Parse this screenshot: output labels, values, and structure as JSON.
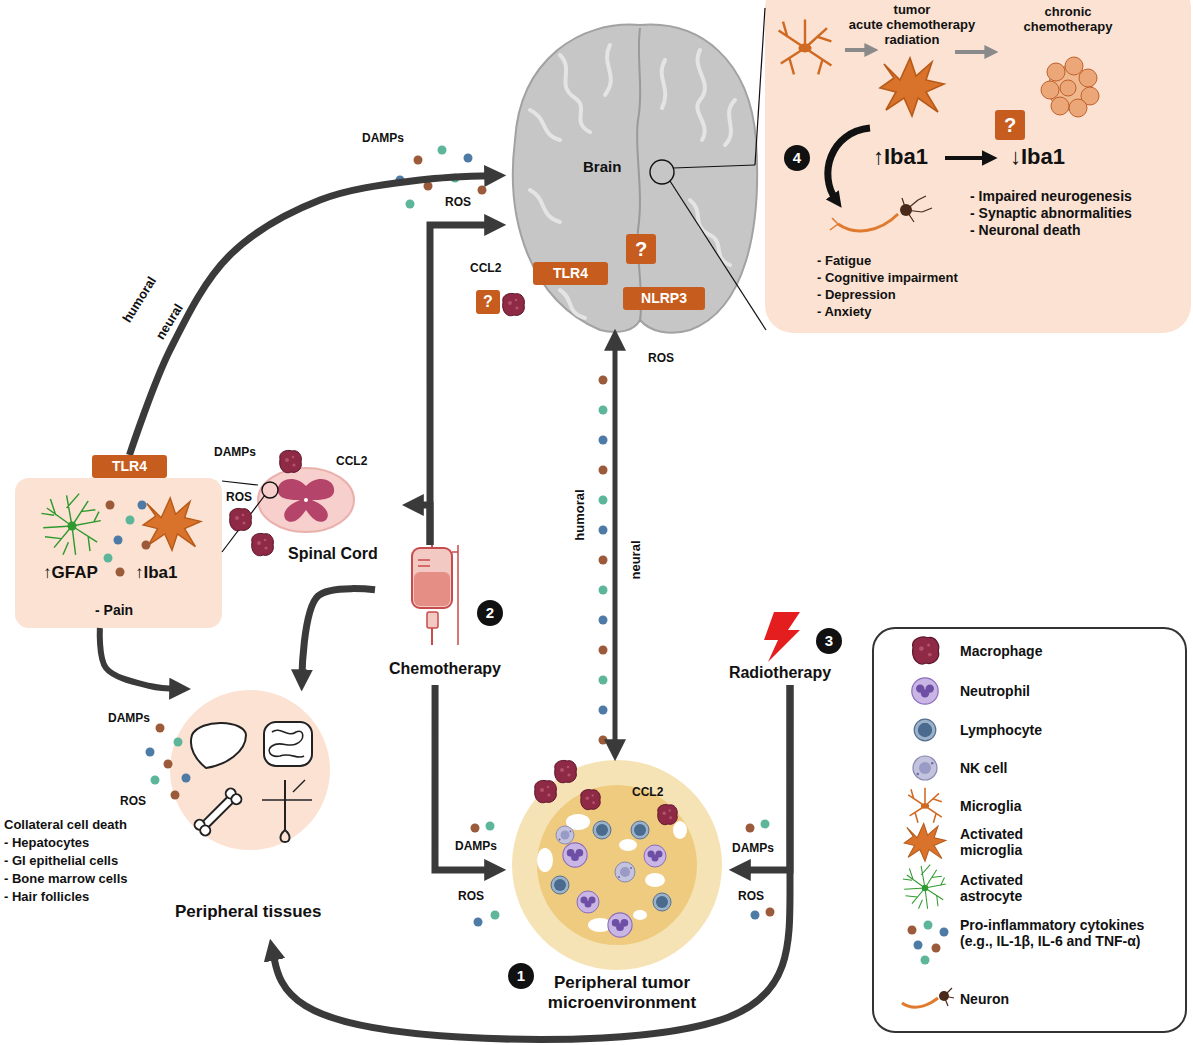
{
  "diagram": {
    "nodes": [
      {
        "text": [
          "tumor",
          "acute chemotherapy",
          "radiation",
          "chronic chemotherapy",
          "↑Iba1",
          "↓Iba1",
          "- Impaired neurogenesis",
          "- Synaptic abnormalities",
          "- Neuronal death",
          "- Fatigue",
          "- Cognitive impairment",
          "- Depression",
          "- Anxiety"
        ]
      },
      {
        "text": [
          "4"
        ],
        "in": 0
      },
      {
        "text": [
          "?"
        ],
        "in": 0
      },
      {
        "text": [
          "Brain"
        ]
      },
      {
        "text": [
          "TLR4"
        ],
        "in": 3
      },
      {
        "text": [
          "?"
        ],
        "in": 3
      },
      {
        "text": [
          "NLRP3"
        ],
        "in": 3
      },
      {
        "text": [
          "?"
        ]
      },
      {
        "text": [
          "TLR4"
        ]
      },
      {
        "text": [
          "↑GFAP",
          "↑Iba1",
          "- Pain"
        ]
      },
      {
        "text": [
          "Spinal Cord"
        ]
      },
      {
        "text": [
          "2"
        ]
      },
      {
        "text": [
          "Chemotherapy"
        ]
      },
      {
        "text": [
          "3"
        ]
      },
      {
        "text": [
          "Radiotherapy"
        ]
      },
      {
        "text": [
          "Peripheral tissues"
        ]
      },
      {
        "text": [
          "Peripheral tumor microenvironment"
        ]
      },
      {
        "text": [
          "1"
        ]
      }
    ],
    "edges": [
      {
        "from": 12,
        "to": 3,
        "arrow": "to"
      },
      {
        "from": 12,
        "to": 10,
        "arrow": "to"
      },
      {
        "from": 12,
        "to": 15,
        "arrow": "to"
      },
      {
        "from": 12,
        "to": 16,
        "arrow": "to"
      },
      {
        "from": 14,
        "to": 16,
        "arrow": "to"
      },
      {
        "from": 14,
        "to": 15,
        "arrow": "to"
      },
      {
        "from": 8,
        "to": 3,
        "arrow": "to",
        "label": "humoral"
      },
      {
        "from": 9,
        "to": 15,
        "arrow": "to"
      },
      {
        "from": 16,
        "to": 3,
        "arrow": "both",
        "label": "humoral"
      },
      {
        "from": 3,
        "to": 0,
        "arrow": "none"
      },
      {
        "from": 10,
        "to": 9,
        "arrow": "none"
      }
    ],
    "labels": [
      "DAMPs",
      "ROS",
      "CCL2",
      "neural",
      "DAMPs",
      "ROS",
      "CCL2",
      "DAMPs",
      "ROS",
      "Collateral cell death",
      "- Hepatocytes",
      "- GI epithelial cells",
      "- Bone marrow cells",
      "- Hair follicles",
      "DAMPs",
      "ROS",
      "CCL2",
      "DAMPs",
      "ROS",
      "ROS",
      "neural"
    ],
    "legend": [
      {
        "text": "Macrophage"
      },
      {
        "text": "Neutrophil"
      },
      {
        "text": "Lymphocyte"
      },
      {
        "text": "NK cell"
      },
      {
        "text": "Microglia"
      },
      {
        "text": "Activated microglia"
      },
      {
        "text": "Activated astrocyte"
      },
      {
        "text": "Pro-inflammatory cytokines (e.g., IL-1β, IL-6 and TNF-α)"
      },
      {
        "text": "Neuron"
      }
    ]
  }
}
